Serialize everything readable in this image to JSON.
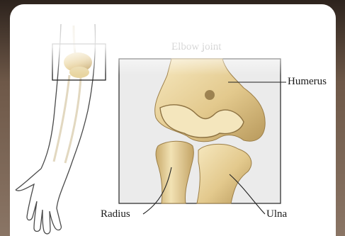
{
  "figure": {
    "title": "Elbow joint",
    "labels": {
      "humerus": "Humerus",
      "radius": "Radius",
      "ulna": "Ulna"
    }
  },
  "colors": {
    "bone_light": "#f0dfae",
    "bone_mid": "#d9bf7e",
    "bone_dark": "#a88950",
    "inset_bg": "#ececec",
    "outline": "#3a3a3a"
  }
}
